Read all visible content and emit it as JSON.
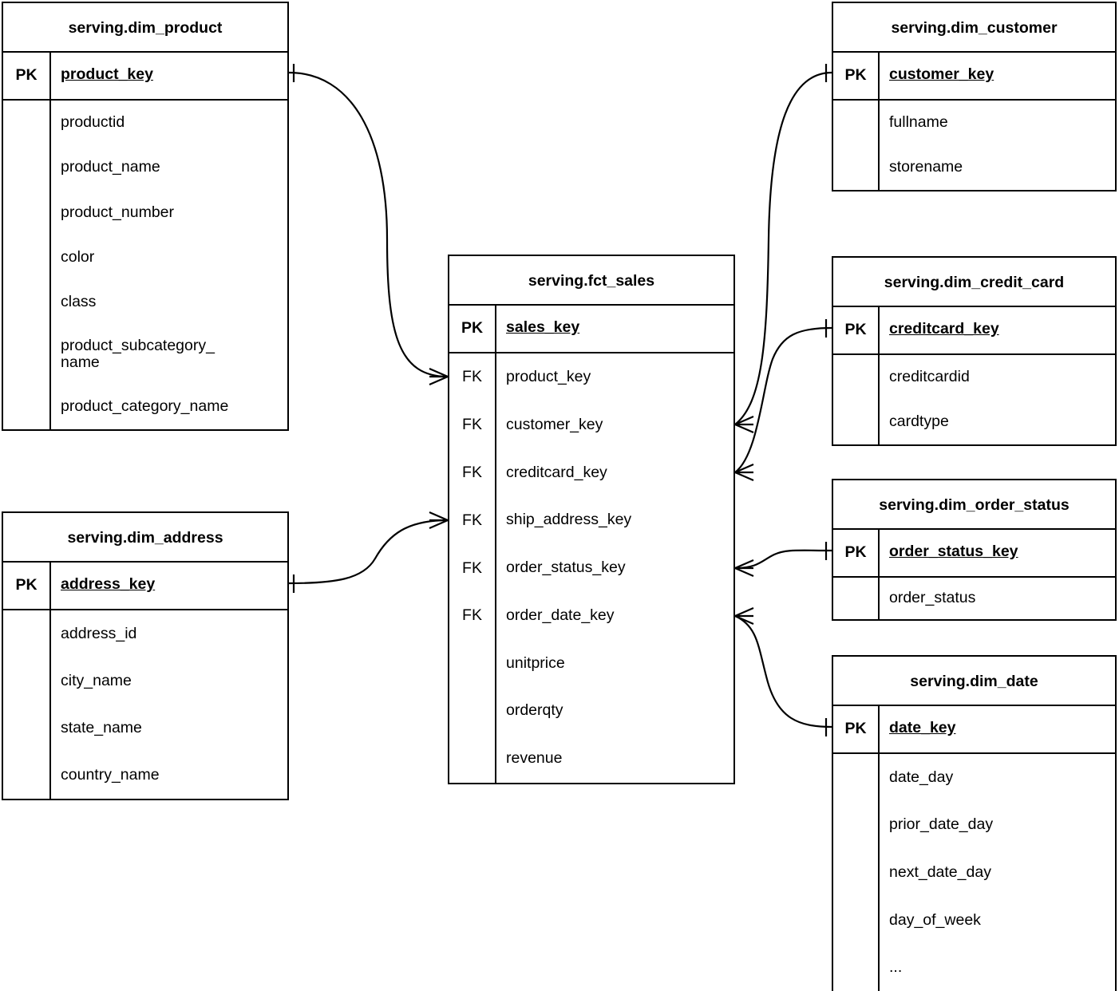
{
  "diagram": {
    "type": "entity-relationship-diagram",
    "notation": "crow's-foot",
    "background_color": "#ffffff",
    "line_color": "#000000",
    "key_labels": {
      "pk": "PK",
      "fk": "FK"
    }
  },
  "entities": {
    "dim_product": {
      "title": "serving.dim_product",
      "pk_label": "PK",
      "pk_field": "product_key",
      "attributes": [
        "productid",
        "product_name",
        "product_number",
        "color",
        "class",
        "product_subcategory_\nname",
        "product_category_name"
      ]
    },
    "dim_address": {
      "title": "serving.dim_address",
      "pk_label": "PK",
      "pk_field": "address_key",
      "attributes": [
        "address_id",
        "city_name",
        "state_name",
        "country_name"
      ]
    },
    "fct_sales": {
      "title": "serving.fct_sales",
      "pk_label": "PK",
      "pk_field": "sales_key",
      "fk_label": "FK",
      "fields": [
        {
          "key": "FK",
          "name": "product_key"
        },
        {
          "key": "FK",
          "name": "customer_key"
        },
        {
          "key": "FK",
          "name": "creditcard_key"
        },
        {
          "key": "FK",
          "name": "ship_address_key"
        },
        {
          "key": "FK",
          "name": "order_status_key"
        },
        {
          "key": "FK",
          "name": "order_date_key"
        },
        {
          "key": "",
          "name": "unitprice"
        },
        {
          "key": "",
          "name": "orderqty"
        },
        {
          "key": "",
          "name": "revenue"
        }
      ]
    },
    "dim_customer": {
      "title": "serving.dim_customer",
      "pk_label": "PK",
      "pk_field": "customer_key",
      "attributes": [
        "fullname",
        "storename"
      ]
    },
    "dim_credit_card": {
      "title": "serving.dim_credit_card",
      "pk_label": "PK",
      "pk_field": "creditcard_key",
      "attributes": [
        "creditcardid",
        "cardtype"
      ]
    },
    "dim_order_status": {
      "title": "serving.dim_order_status",
      "pk_label": "PK",
      "pk_field": "order_status_key",
      "attributes": [
        "order_status"
      ]
    },
    "dim_date": {
      "title": "serving.dim_date",
      "pk_label": "PK",
      "pk_field": "date_key",
      "attributes": [
        "date_day",
        "prior_date_day",
        "next_date_day",
        "day_of_week",
        "..."
      ]
    }
  },
  "relationships": [
    {
      "from": "dim_product.product_key",
      "to": "fct_sales.product_key",
      "from_cardinality": "one",
      "to_cardinality": "many"
    },
    {
      "from": "dim_address.address_key",
      "to": "fct_sales.ship_address_key",
      "from_cardinality": "one",
      "to_cardinality": "many"
    },
    {
      "from": "dim_customer.customer_key",
      "to": "fct_sales.customer_key",
      "from_cardinality": "one",
      "to_cardinality": "many"
    },
    {
      "from": "dim_credit_card.creditcard_key",
      "to": "fct_sales.creditcard_key",
      "from_cardinality": "one",
      "to_cardinality": "many"
    },
    {
      "from": "dim_order_status.order_status_key",
      "to": "fct_sales.order_status_key",
      "from_cardinality": "one",
      "to_cardinality": "many"
    },
    {
      "from": "dim_date.date_key",
      "to": "fct_sales.order_date_key",
      "from_cardinality": "one",
      "to_cardinality": "many"
    }
  ]
}
